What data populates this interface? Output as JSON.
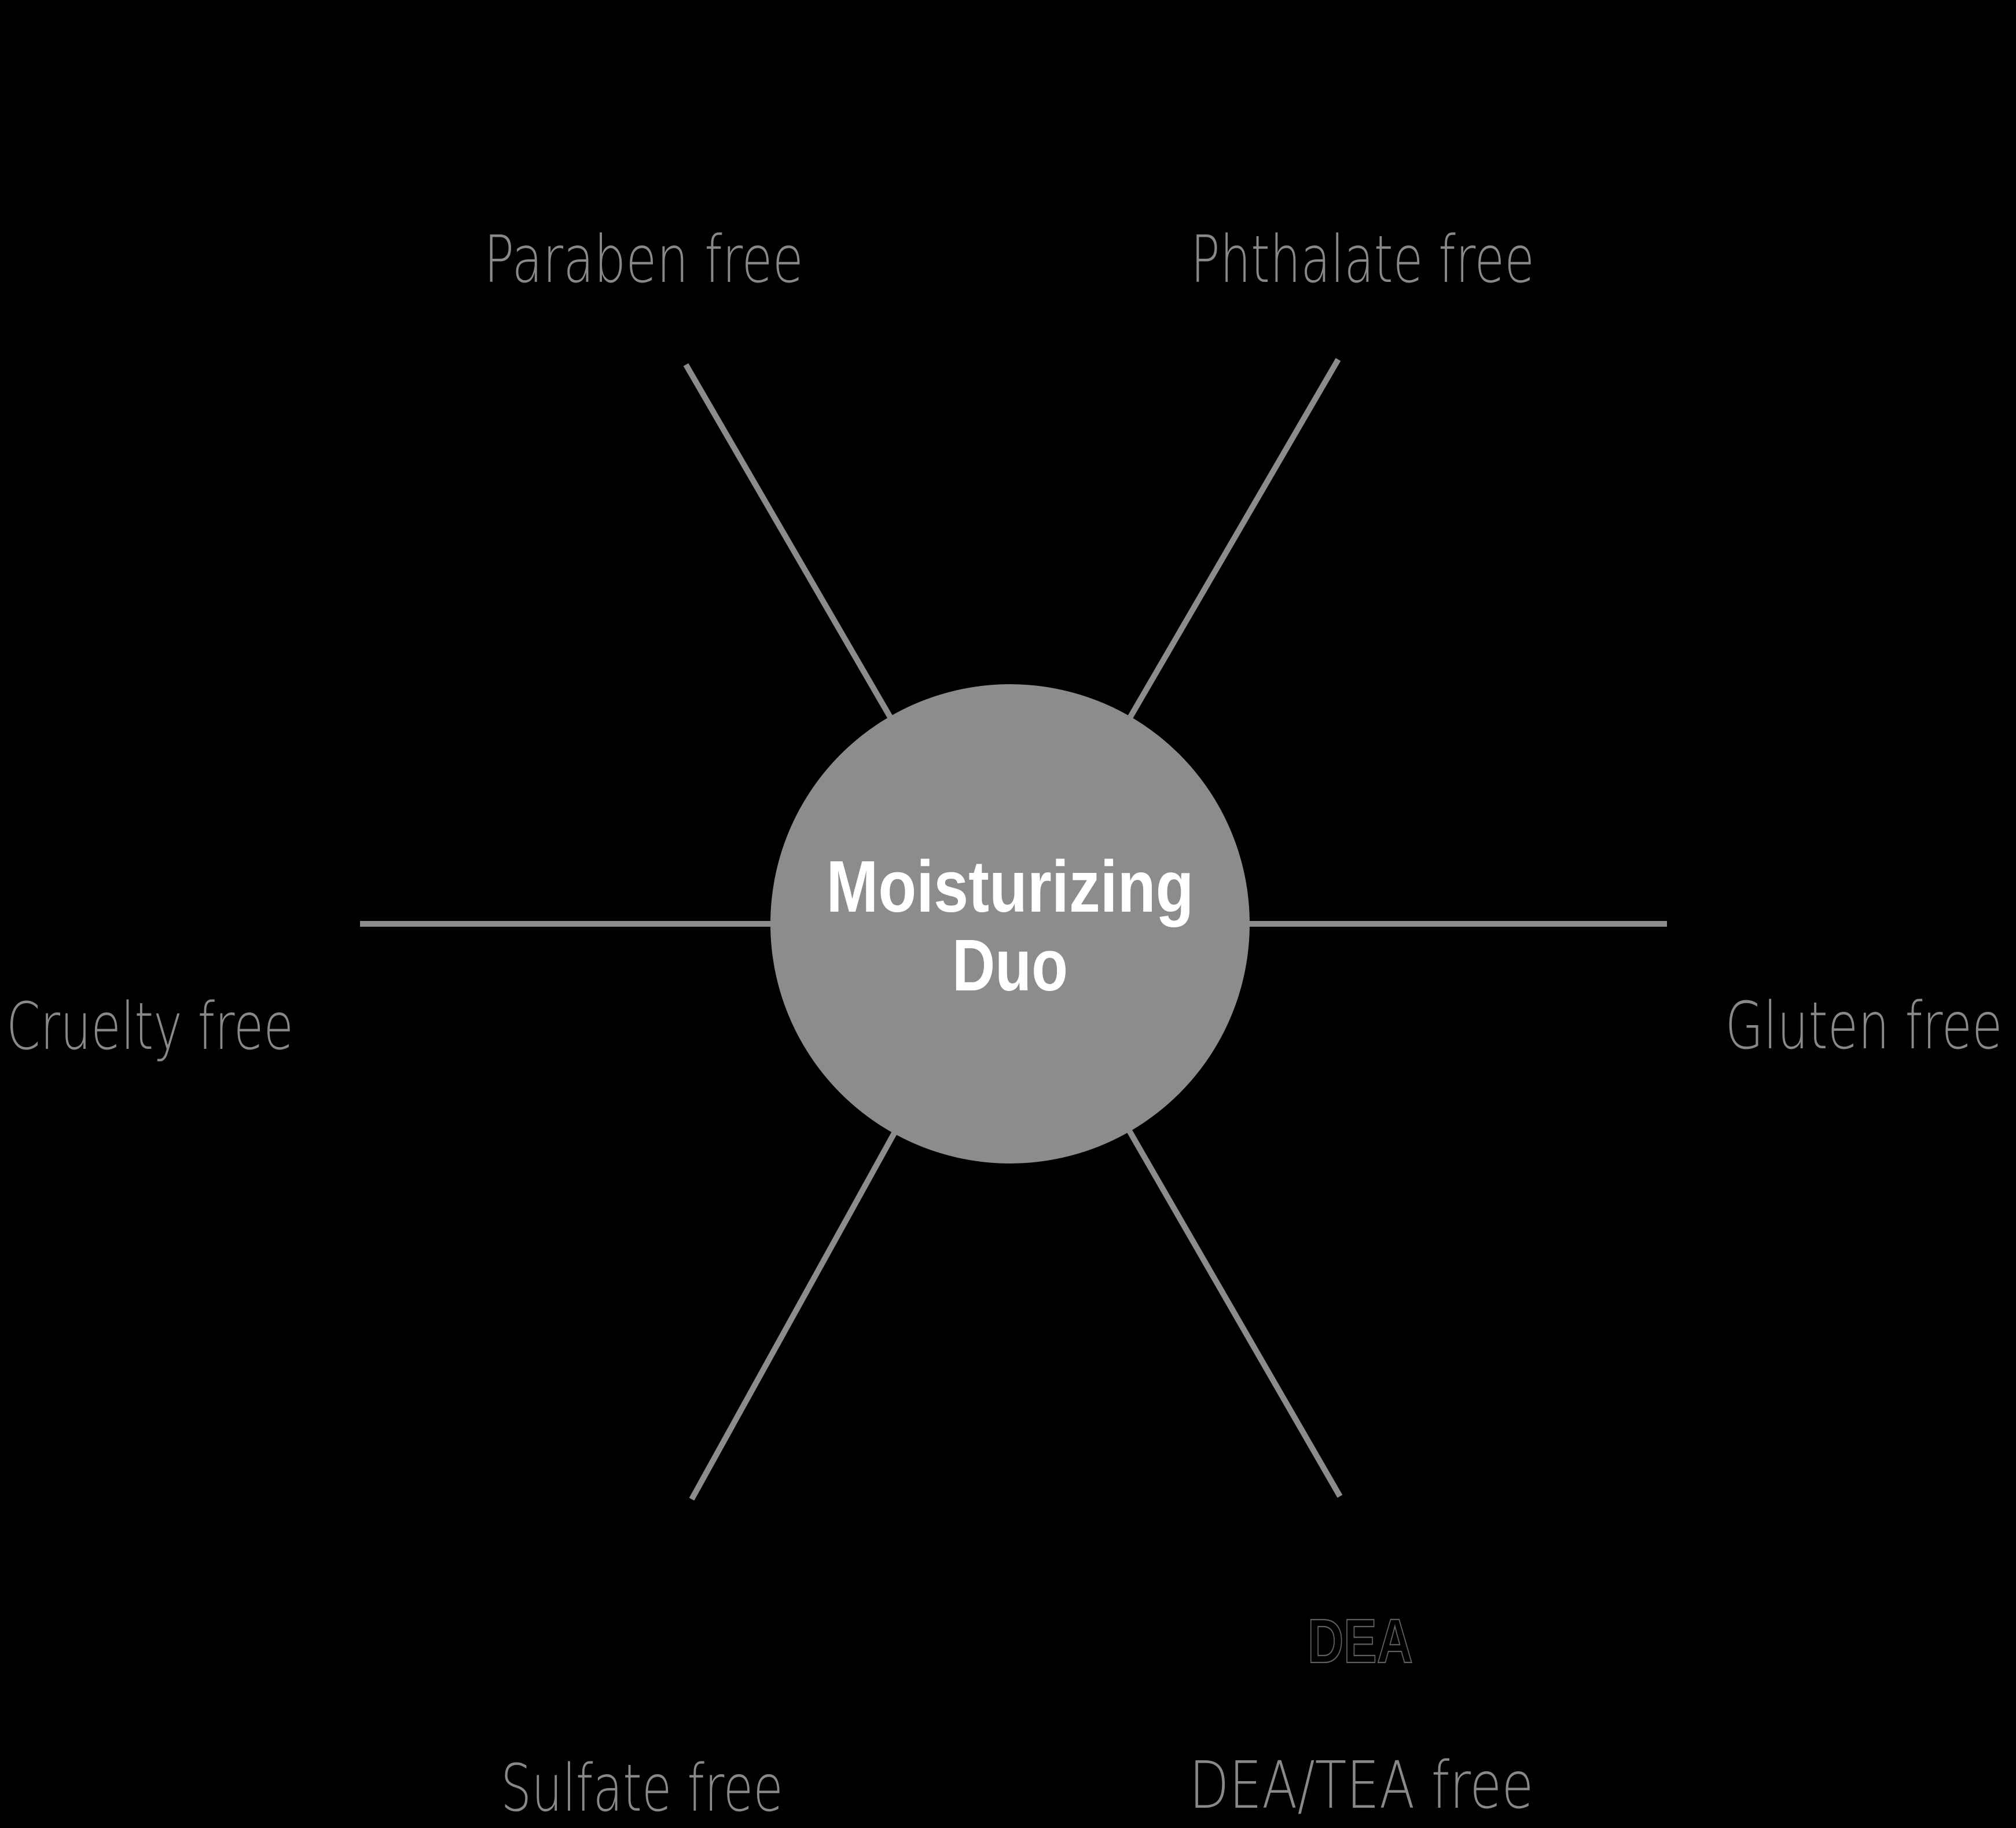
{
  "diagram": {
    "center": {
      "line1": "Moisturizing",
      "line2": "Duo"
    },
    "labels": {
      "paraben": "Paraben free",
      "phthalate": "Phthalate free",
      "cruelty": "Cruelty free",
      "gluten": "Gluten free",
      "sulfate": "Sulfate free",
      "dea_tea": "DEA/TEA free",
      "dea_watermark": "DEA"
    },
    "colors": {
      "background": "#000000",
      "node_fill": "#8c8c8c",
      "spoke_line": "#8c8c8c",
      "label_text": "#898989",
      "center_text": "#ffffff",
      "watermark_outline": "#606060"
    }
  }
}
